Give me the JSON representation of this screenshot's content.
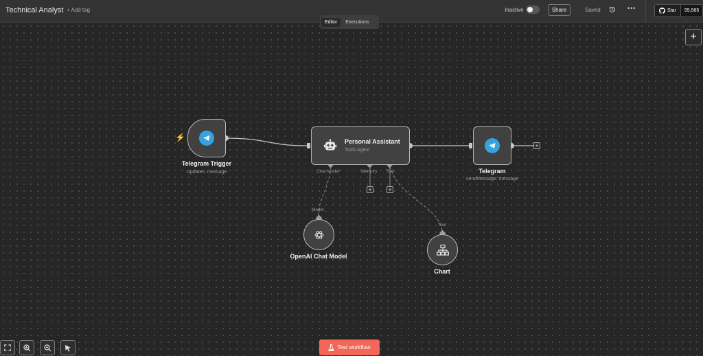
{
  "header": {
    "title": "Technical Analyst",
    "add_tag": "+ Add tag",
    "status_label": "Inactive",
    "share_label": "Share",
    "saved_label": "Saved",
    "more_label": "•••",
    "github_star_label": "Star",
    "github_star_count": "95,565"
  },
  "tabs": [
    {
      "label": "Editor",
      "active": true
    },
    {
      "label": "Executions",
      "active": false
    }
  ],
  "canvas": {
    "add_node_label": "+",
    "nodes": {
      "trigger": {
        "title": "Telegram Trigger",
        "subtitle": "Updates: message",
        "icon": "telegram-icon"
      },
      "agent": {
        "title": "Personal Assistant",
        "subtitle": "Tools Agent",
        "icon": "robot-icon"
      },
      "telegram": {
        "title": "Telegram",
        "subtitle": "sendMessage: message",
        "icon": "telegram-icon"
      },
      "openai": {
        "title": "OpenAI Chat Model",
        "icon": "openai-icon",
        "port_label": "Model"
      },
      "chart": {
        "title": "Chart",
        "icon": "sitemap-icon",
        "port_label": "Tool"
      }
    },
    "agent_ports": {
      "chat_model": "Chat Model*",
      "memory": "Memory",
      "tool": "Tool"
    },
    "add_symbol": "+"
  },
  "footer": {
    "test_workflow_label": "Test workflow",
    "tools": [
      "fit-view-icon",
      "zoom-in-icon",
      "zoom-out-icon",
      "pointer-icon"
    ]
  },
  "colors": {
    "accent": "#f16758",
    "telegram": "#35a3de",
    "trigger_bolt": "#ff6d5a"
  }
}
